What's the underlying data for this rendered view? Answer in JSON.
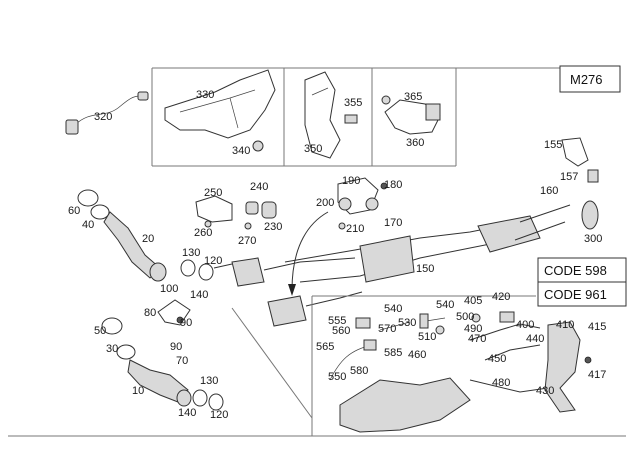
{
  "engine_code": "M276",
  "option_codes": [
    "CODE 598",
    "CODE 961"
  ],
  "part_numbers": {
    "p10": "10",
    "p20": "20",
    "p30": "30",
    "p40": "40",
    "p50": "50",
    "p60": "60",
    "p70": "70",
    "p80": "80",
    "p90a": "90",
    "p90b": "90",
    "p100": "100",
    "p120a": "120",
    "p120b": "120",
    "p130a": "130",
    "p130b": "130",
    "p140a": "140",
    "p140b": "140",
    "p150": "150",
    "p155": "155",
    "p157": "157",
    "p160": "160",
    "p170": "170",
    "p180": "180",
    "p190": "190",
    "p200": "200",
    "p210": "210",
    "p230": "230",
    "p240": "240",
    "p250": "250",
    "p260": "260",
    "p270": "270",
    "p300": "300",
    "p320": "320",
    "p330": "330",
    "p340": "340",
    "p350": "350",
    "p355": "355",
    "p360": "360",
    "p365": "365",
    "p400": "400",
    "p405": "405",
    "p410": "410",
    "p415": "415",
    "p417": "417",
    "p420": "420",
    "p430": "430",
    "p440": "440",
    "p450": "450",
    "p460": "460",
    "p470": "470",
    "p480": "480",
    "p490": "490",
    "p500": "500",
    "p510": "510",
    "p530": "530",
    "p540a": "540",
    "p540b": "540",
    "p550": "550",
    "p555": "555",
    "p560": "560",
    "p565": "565",
    "p570": "570",
    "p580": "580",
    "p585": "585"
  }
}
